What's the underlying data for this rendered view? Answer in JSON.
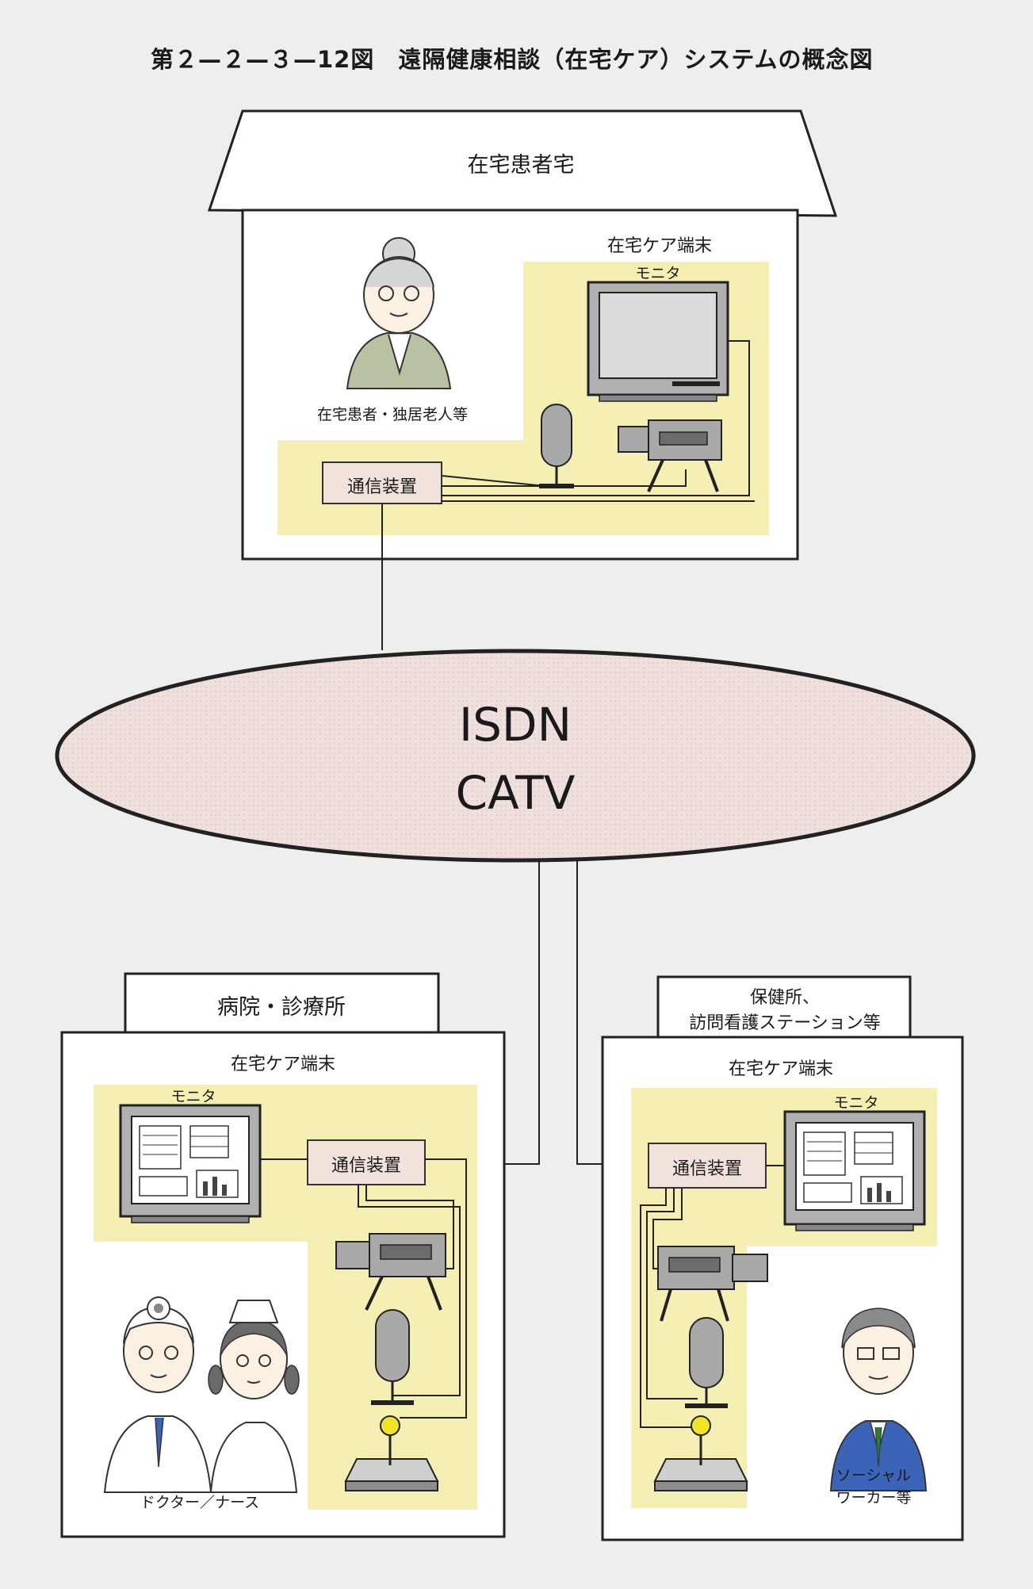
{
  "title": "第２—２—３—12図　遠隔健康相談（在宅ケア）システムの概念図",
  "home": {
    "name": "在宅患者宅",
    "terminal_label": "在宅ケア端末",
    "monitor_label": "モニタ",
    "person_label": "在宅患者・独居老人等",
    "comm_label": "通信装置"
  },
  "network": {
    "line1": "ISDN",
    "line2": "CATV"
  },
  "hospital": {
    "name": "病院・診療所",
    "terminal_label": "在宅ケア端末",
    "monitor_label": "モニタ",
    "comm_label": "通信装置",
    "person_label": "ドクター／ナース"
  },
  "health_center": {
    "name_line1": "保健所、",
    "name_line2": "訪問看護ステーション等",
    "terminal_label": "在宅ケア端末",
    "monitor_label": "モニタ",
    "comm_label": "通信装置",
    "person_line1": "ソーシャル",
    "person_line2": "ワーカー等"
  },
  "colors": {
    "background": "#eeeeec",
    "terminal_zone": "#f6efb4",
    "comm_box": "#f1e2dc",
    "network_fill": "#efdfdd",
    "device_gray": "#a9a9a9",
    "elder_clothes": "#b8c2a2",
    "worker_suit": "#3b64b9",
    "joystick_ball": "#f3e326"
  }
}
